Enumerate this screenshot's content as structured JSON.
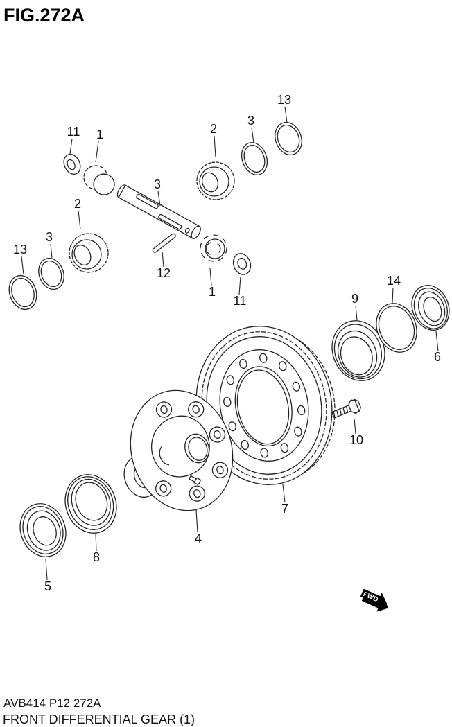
{
  "page": {
    "title": "FIG.272A"
  },
  "footer": {
    "code": "AVB414 P12 272A",
    "caption": "FRONT DIFFERENTIAL GEAR (1)"
  },
  "fwd_marker": {
    "label": "FWD"
  },
  "colors": {
    "line": "#222222",
    "background": "#ffffff",
    "marker_bg": "#000000",
    "marker_text": "#ffffff"
  },
  "callouts": [
    {
      "ref": "11",
      "part": "pinion-washer-upper"
    },
    {
      "ref": "1",
      "part": "differential-pinion-gear-upper"
    },
    {
      "ref": "2",
      "part": "differential-side-gear-upper"
    },
    {
      "ref": "3",
      "part": "side-gear-washer-upper"
    },
    {
      "ref": "13",
      "part": "snap-ring-upper"
    },
    {
      "ref": "3",
      "part": "differential-pinion-shaft"
    },
    {
      "ref": "2",
      "part": "differential-side-gear-left"
    },
    {
      "ref": "3",
      "part": "side-gear-washer-left"
    },
    {
      "ref": "13",
      "part": "snap-ring-left"
    },
    {
      "ref": "12",
      "part": "lock-pin"
    },
    {
      "ref": "1",
      "part": "differential-pinion-gear-center"
    },
    {
      "ref": "11",
      "part": "pinion-washer-center"
    },
    {
      "ref": "9",
      "part": "side-bearing-right"
    },
    {
      "ref": "14",
      "part": "shim-ring"
    },
    {
      "ref": "6",
      "part": "oil-seal-right"
    },
    {
      "ref": "10",
      "part": "ring-gear-bolt"
    },
    {
      "ref": "7",
      "part": "final-ring-gear"
    },
    {
      "ref": "4",
      "part": "differential-case"
    },
    {
      "ref": "8",
      "part": "side-bearing-left"
    },
    {
      "ref": "5",
      "part": "oil-seal-left"
    }
  ]
}
